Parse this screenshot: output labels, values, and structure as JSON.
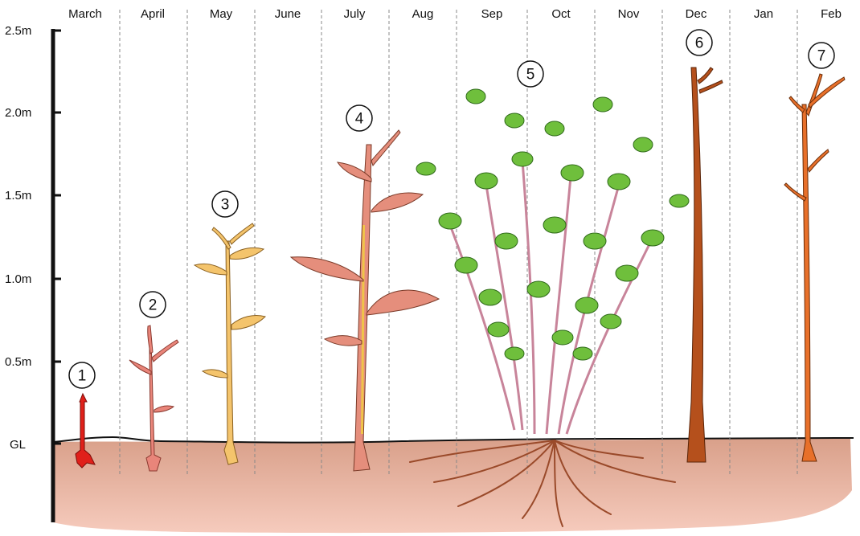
{
  "months": [
    "March",
    "April",
    "May",
    "June",
    "July",
    "Aug",
    "Sep",
    "Oct",
    "Nov",
    "Dec",
    "Jan",
    "Feb"
  ],
  "height_labels": [
    "2.5m",
    "2.0m",
    "1.5m",
    "1.0m",
    "0.5m",
    "GL"
  ],
  "stages": [
    "1",
    "2",
    "3",
    "4",
    "5",
    "6",
    "7"
  ],
  "colors": {
    "soil": "#eebaa6",
    "stage1": "#e0201a",
    "stage2": "#e9857a",
    "stage3": "#f4c46c",
    "stage4_stem": "#f0c44a",
    "stage4_leaf": "#e58e7c",
    "stage5_leaf": "#6fbf3c",
    "stage6": "#b5501c",
    "stage7": "#e8702a",
    "roots": "#9a4a2a"
  }
}
